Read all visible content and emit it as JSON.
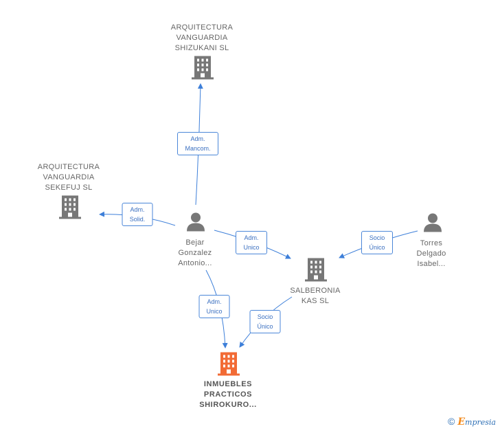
{
  "nodes": {
    "shizukani": {
      "lines": [
        "ARQUITECTURA",
        "VANGUARDIA",
        "SHIZUKANI  SL"
      ],
      "icon": "building-icon",
      "color": "#777777"
    },
    "sekefuj": {
      "lines": [
        "ARQUITECTURA",
        "VANGUARDIA",
        "SEKEFUJ  SL"
      ],
      "icon": "building-icon",
      "color": "#777777"
    },
    "bejar": {
      "lines": [
        "Bejar",
        "Gonzalez",
        "Antonio..."
      ],
      "icon": "person-icon",
      "color": "#777777"
    },
    "torres": {
      "lines": [
        "Torres",
        "Delgado",
        "Isabel..."
      ],
      "icon": "person-icon",
      "color": "#777777"
    },
    "salberonia": {
      "lines": [
        "SALBERONIA",
        "KAS  SL"
      ],
      "icon": "building-icon",
      "color": "#777777"
    },
    "inmuebles": {
      "lines": [
        "INMUEBLES",
        "PRACTICOS",
        "SHIROKURO..."
      ],
      "icon": "building-icon",
      "color": "#f26b35"
    }
  },
  "edges": {
    "bejar_shizukani": {
      "lines": [
        "Adm.",
        "Mancom."
      ]
    },
    "bejar_sekefuj": {
      "lines": [
        "Adm.",
        "Solid."
      ]
    },
    "bejar_salberonia": {
      "lines": [
        "Adm.",
        "Unico"
      ]
    },
    "bejar_inmuebles": {
      "lines": [
        "Adm.",
        "Unico"
      ]
    },
    "torres_salberonia": {
      "lines": [
        "Socio",
        "Único"
      ]
    },
    "salberonia_inmuebles": {
      "lines": [
        "Socio",
        "Único"
      ]
    }
  },
  "colors": {
    "edge": "#3d7fd9",
    "node_gray": "#777777",
    "node_main": "#f26b35"
  },
  "brand": {
    "copyright": "©",
    "e": "E",
    "rest": "mpresia"
  }
}
